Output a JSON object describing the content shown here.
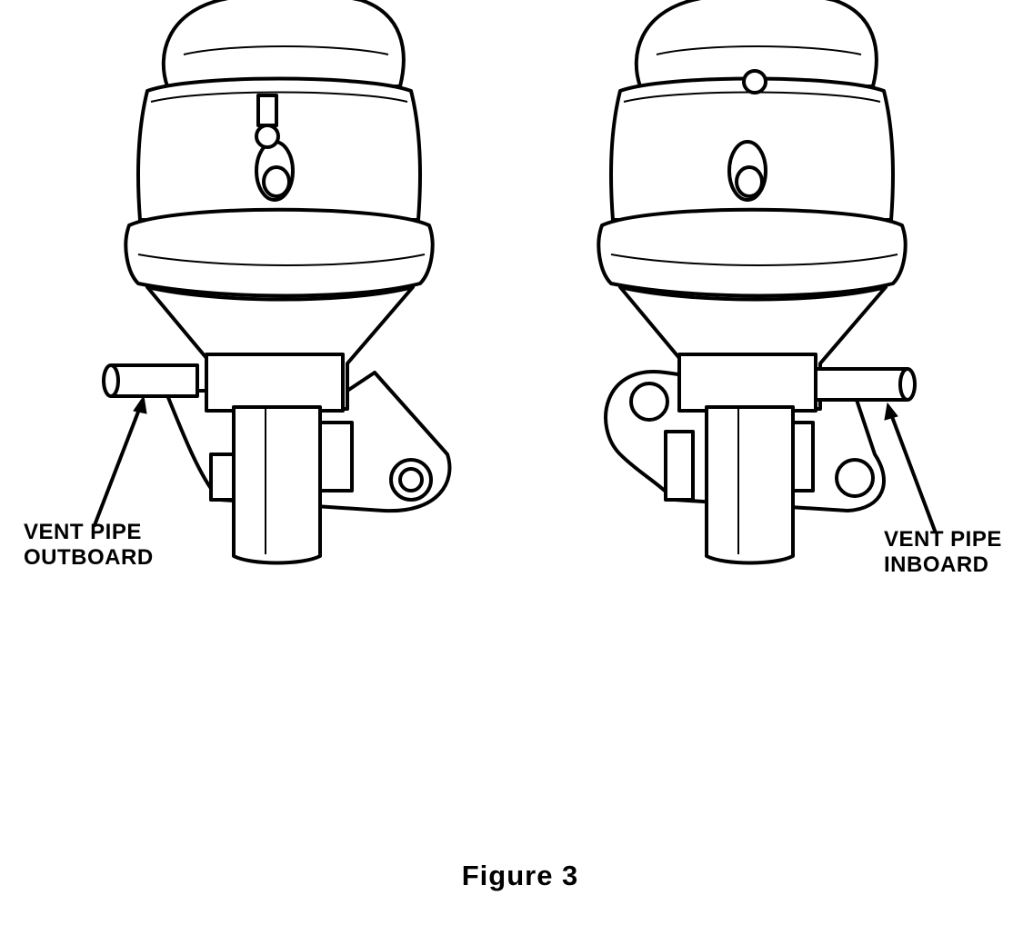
{
  "labels": {
    "left_line1": "VENT PIPE",
    "left_line2": "OUTBOARD",
    "right_line1": "VENT PIPE",
    "right_line2": "INBOARD"
  },
  "caption": "Figure 3"
}
